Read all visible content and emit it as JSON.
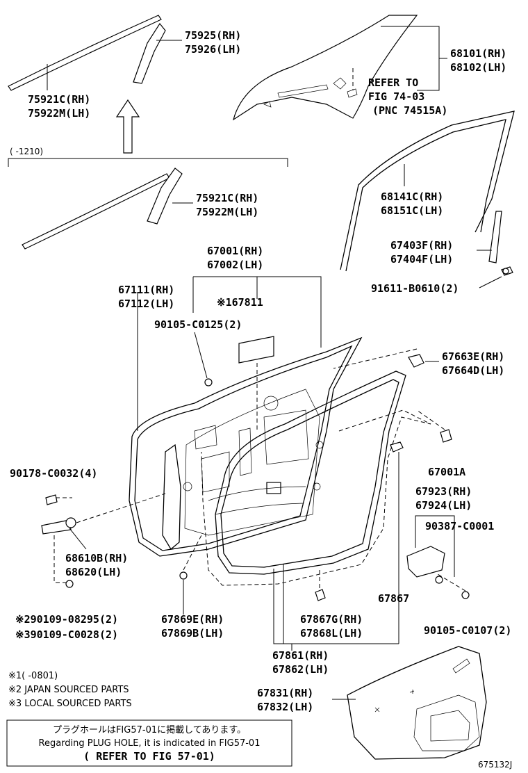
{
  "labels": {
    "p75925": "75925(RH)",
    "p75926": "75926(LH)",
    "p75921c_a": "75921C(RH)",
    "p75922m_a": "75922M(LH)",
    "range_1210": "(    -1210)",
    "p75921c_b": "75921C(RH)",
    "p75922m_b": "75922M(LH)",
    "p68101": "68101(RH)",
    "p68102": "68102(LH)",
    "refer_to": "REFER TO",
    "fig_74_03": "FIG 74-03",
    "pnc": "(PNC 74515A)",
    "p68141c": "68141C(RH)",
    "p68151c": "68151C(LH)",
    "p67403f": "67403F(RH)",
    "p67404f": "67404F(LH)",
    "p91611": "91611-B0610(2)",
    "p67001": "67001(RH)",
    "p67002": "67002(LH)",
    "p67111": "67111(RH)",
    "p67112": "67112(LH)",
    "p67811": "※167811",
    "p90105_0125": "90105-C0125(2)",
    "p67663e": "67663E(RH)",
    "p67664d": "67664D(LH)",
    "p67001a": "67001A",
    "p90178": "90178-C0032(4)",
    "p67923": "67923(RH)",
    "p67924": "67924(LH)",
    "p90387": "90387-C0001",
    "p68610b": "68610B(RH)",
    "p68620": "68620(LH)",
    "p67867": "67867",
    "p90109_08295": "※290109-08295(2)",
    "p90109_c0028": "※390109-C0028(2)",
    "p67869e": "67869E(RH)",
    "p67869b": "67869B(LH)",
    "p67867g": "67867G(RH)",
    "p67868l": "67868L(LH)",
    "p90105_0107": "90105-C0107(2)",
    "p67861": "67861(RH)",
    "p67862": "67862(LH)",
    "p67831": "67831(RH)",
    "p67832": "67832(LH)",
    "diagram_id": "675132J"
  },
  "notes": {
    "n1": "※1(    -0801)",
    "n2": "※2 JAPAN SOURCED PARTS",
    "n3": "※3 LOCAL SOURCED PARTS"
  },
  "reference_box": {
    "line1": "プラグホールはFIG57-01に掲載してあります。",
    "line2": "Regarding PLUG HOLE, it is indicated in FIG57-01",
    "line3": "( REFER TO FIG 57-01)"
  }
}
